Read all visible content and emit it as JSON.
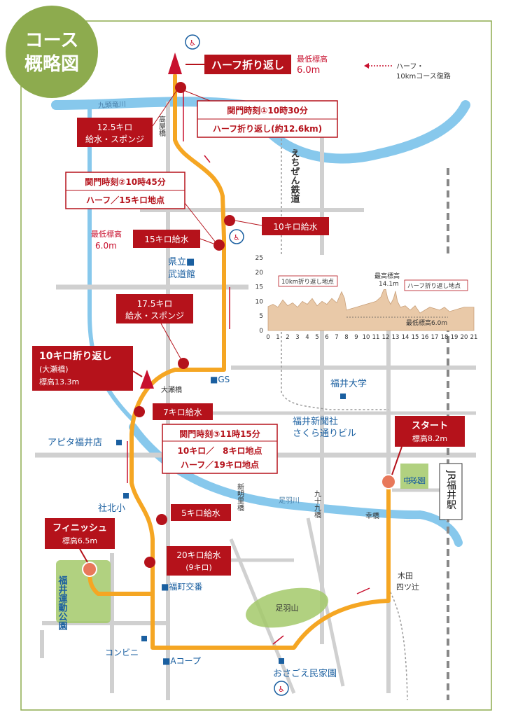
{
  "badge": {
    "line1": "コース",
    "line2": "概略図"
  },
  "legend": {
    "line1": "ハーフ・",
    "line2": "10kmコース復路",
    "arrow_color": "#c8102e"
  },
  "colors": {
    "course": "#f5a623",
    "marker": "#b5121b",
    "river": "#87c8ec",
    "road": "#d0d0d0",
    "park": "#a3c96a",
    "frame": "#8dab4e",
    "label_blue": "#1a5fa0"
  },
  "callouts": {
    "half_turn": {
      "title": "ハーフ折り返し",
      "elev_l1": "最低標高",
      "elev_l2": "6.0m"
    },
    "gate1": {
      "line1": "関門時刻①10時30分",
      "line2": "ハーフ折り返し(約12.6km)"
    },
    "aid_125": {
      "line1": "12.5キロ",
      "line2": "給水・スポンジ"
    },
    "gate2": {
      "line1": "関門時刻②10時45分",
      "line2": "ハーフ／15キロ地点"
    },
    "water_10": "10キロ給水",
    "low_15": {
      "l1": "最低標高",
      "l2": "6.0m"
    },
    "water_15": "15キロ給水",
    "aid_175": {
      "line1": "17.5キロ",
      "line2": "給水・スポンジ"
    },
    "turn_10k": {
      "title": "10キロ折り返し",
      "sub": "(大瀬橋)",
      "elev": "標高13.3m"
    },
    "water_7": "7キロ給水",
    "gate3": {
      "line1": "関門時刻③11時15分",
      "line2": "10キロ／　8キロ地点",
      "line3": "ハーフ／19キロ地点"
    },
    "water_5": "5キロ給水",
    "water_20": {
      "line1": "20キロ給水",
      "line2": "(9キロ)"
    },
    "finish": {
      "title": "フィニッシュ",
      "elev": "標高6.5m"
    },
    "start": {
      "title": "スタート",
      "elev": "標高8.2m"
    }
  },
  "places": {
    "kunegawa": "九頭竜川",
    "takaya_bashi": "高屋橋",
    "echizen_tetsudo": "えちぜん鉄道",
    "budokan_1": "県立■",
    "budokan_2": "武道館",
    "gs": "■GS",
    "ose_bashi": "大瀬橋",
    "fukui_univ": "福井大学",
    "newspaper_1": "福井新聞社",
    "newspaper_2": "さくら通りビル",
    "apita": "アピタ福井店",
    "shinmei_bashi": "新明里橋",
    "asuwagawa": "足羽川",
    "kukuri_bashi": "九十九橋",
    "saiwai_bashi": "幸橋",
    "chuo_koen": "中央公園",
    "jr_fukui": "JR福井駅",
    "yashirokita": "社北小",
    "fukumachi_koban": "■福町交番",
    "undo_koen": "福井運動公園",
    "kida_yotsutsuji_1": "木田",
    "kida_yotsutsuji_2": "四ツ辻",
    "asuwayama": "足羽山",
    "convenience": "コンビニ",
    "a_coop": "■Aコープ",
    "osagoe": "おさごえ民家園"
  },
  "chart_data": {
    "type": "area",
    "x": [
      0,
      0.5,
      1,
      1.5,
      2,
      2.5,
      3,
      3.5,
      4,
      4.5,
      5,
      5.5,
      6,
      6.5,
      7,
      7.5,
      7.8,
      8,
      8.5,
      9,
      9.5,
      10,
      10.5,
      11,
      11.5,
      11.8,
      12,
      12.2,
      12.5,
      12.8,
      13,
      13.2,
      13.5,
      14,
      14.5,
      15,
      15.5,
      16,
      16.5,
      17,
      17.5,
      18,
      18.5,
      19,
      19.5,
      20,
      20.5,
      21
    ],
    "y": [
      8.2,
      9,
      8,
      10.5,
      8.5,
      9.5,
      8,
      10,
      9,
      11,
      8.5,
      10,
      9,
      11,
      9.5,
      13.3,
      11,
      7,
      7.5,
      8,
      8.5,
      9,
      9.5,
      10,
      11.5,
      14,
      14.1,
      11,
      9,
      11,
      13.5,
      10,
      8,
      8.5,
      7,
      8.5,
      6,
      7,
      8,
      7.5,
      7,
      8,
      6.5,
      7,
      7.5,
      8,
      8,
      8
    ],
    "xticks": [
      "0",
      "1",
      "2",
      "3",
      "4",
      "5",
      "6",
      "7",
      "8",
      "9",
      "10",
      "11",
      "12",
      "13",
      "14",
      "15",
      "16",
      "17",
      "18",
      "19",
      "20",
      "21"
    ],
    "yticks": [
      "0",
      "5",
      "10",
      "15",
      "20",
      "25"
    ],
    "xlim": [
      0,
      21
    ],
    "ylim": [
      0,
      25
    ],
    "grid": false,
    "annotations": {
      "turn10": "10km折り返し地点",
      "max_l1": "最高標高",
      "max_l2": "14.1m",
      "turn_half": "ハーフ折り返し地点",
      "min": "最低標高6.0m"
    },
    "fill_color": "#e9c9a8"
  }
}
